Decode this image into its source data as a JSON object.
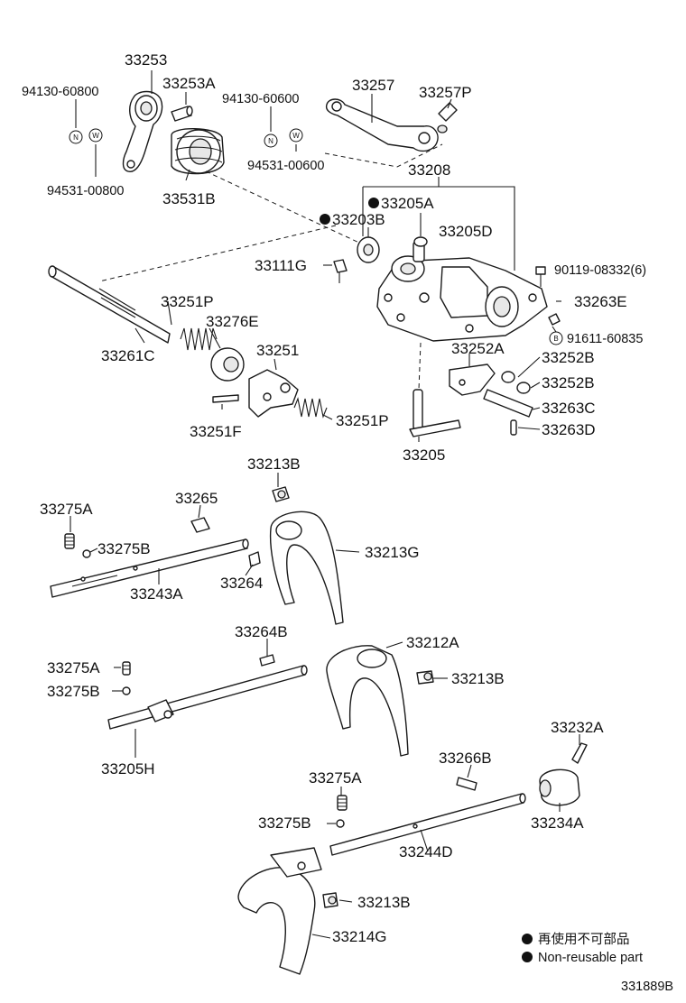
{
  "diagram": {
    "labels": {
      "p33253": "33253",
      "p33253A": "33253A",
      "p94130_60800": "94130-60800",
      "p94531_00800": "94531-00800",
      "p33531B": "33531B",
      "p94130_60600": "94130-60600",
      "p94531_00600": "94531-00600",
      "p33257": "33257",
      "p33257P": "33257P",
      "p33208": "33208",
      "p33205A": "33205A",
      "p33203B": "33203B",
      "p33205D": "33205D",
      "p33111G": "33111G",
      "p90119": "90119-08332(6)",
      "p33263E": "33263E",
      "p91611": "91611-60835",
      "p33251P_a": "33251P",
      "p33276E": "33276E",
      "p33261C": "33261C",
      "p33251": "33251",
      "p33251F": "33251F",
      "p33251P_b": "33251P",
      "p33252A": "33252A",
      "p33252B_a": "33252B",
      "p33252B_b": "33252B",
      "p33263C": "33263C",
      "p33263D": "33263D",
      "p33205": "33205",
      "p33213B_a": "33213B",
      "p33265": "33265",
      "p33275A_a": "33275A",
      "p33275B_a": "33275B",
      "p33213G": "33213G",
      "p33243A": "33243A",
      "p33264": "33264",
      "p33264B": "33264B",
      "p33212A": "33212A",
      "p33275A_b": "33275A",
      "p33275B_b": "33275B",
      "p33213B_b": "33213B",
      "p33205H": "33205H",
      "p33232A": "33232A",
      "p33266B": "33266B",
      "p33275A_c": "33275A",
      "p33234A": "33234A",
      "p33275B_c": "33275B",
      "p33244D": "33244D",
      "p33213B_c": "33213B",
      "p33214G": "33214G"
    },
    "badges": {
      "n": "N",
      "w": "W",
      "b": "B"
    },
    "legend": {
      "line_jp": "再使用不可部品",
      "line_en": "Non-reusable part"
    },
    "figure_number": "331889B"
  }
}
